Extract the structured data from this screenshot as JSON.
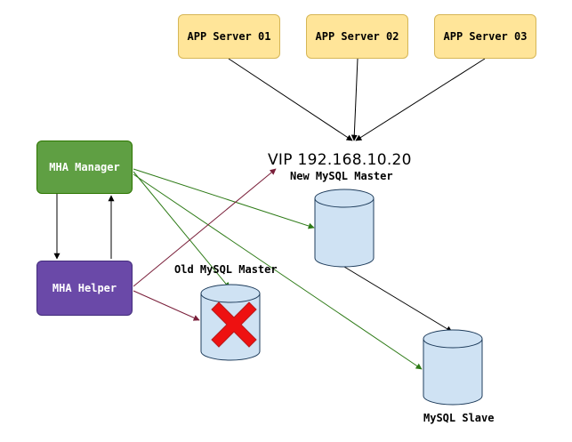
{
  "app_servers": [
    {
      "label": "APP Server 01"
    },
    {
      "label": "APP Server 02"
    },
    {
      "label": "APP Server 03"
    }
  ],
  "mha_manager": {
    "label": "MHA Manager"
  },
  "mha_helper": {
    "label": "MHA Helper"
  },
  "vip": {
    "label": "VIP 192.168.10.20"
  },
  "new_master": {
    "label": "New MySQL Master"
  },
  "old_master": {
    "label": "Old MySQL Master",
    "status": "failed"
  },
  "slave": {
    "label": "MySQL Slave"
  },
  "colors": {
    "app_fill": "#ffe599",
    "app_stroke": "#d6b656",
    "manager_fill": "#5f9f43",
    "helper_fill": "#6a49a8",
    "db_fill": "#cfe2f3",
    "db_stroke": "#1f3d5c",
    "manager_edge": "#2d7a16",
    "helper_edge": "#7a1f3a",
    "fail_mark": "#ee1111"
  }
}
